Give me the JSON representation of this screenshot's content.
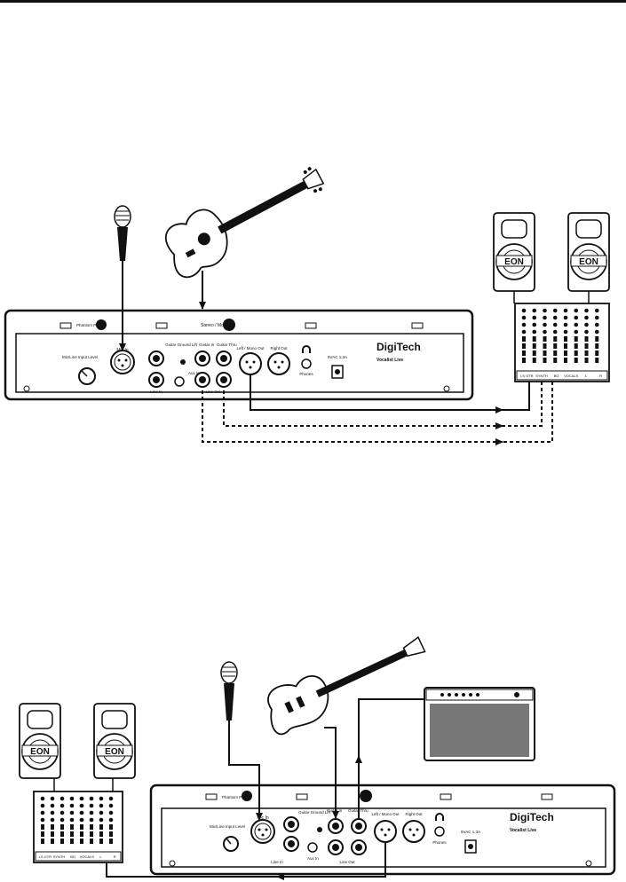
{
  "unit": {
    "phantom_power": "Phantom Power",
    "stereo_mono": "Stereo / Mono",
    "mic_line_input_level": "Mic/Line Input Level",
    "mic_in": "Mic In",
    "line_in": "Line In",
    "aux_in": "Aux In",
    "guitar_ground_lift": "Guitar Ground Lift",
    "guitar_in": "Guitar In",
    "guitar_thru": "Guitar Thru",
    "line_out": "Line Out",
    "left_mono_out": "Left / Mono Out",
    "right_out": "Right Out",
    "phones": "Phones",
    "power": "9VAC 1.3A",
    "brand": "DigiTech",
    "model": "Vocalist Live"
  },
  "speaker_logo": "EON",
  "mixer_labels": [
    "LS GTR",
    "SYNTH",
    "BG",
    "VOCALS",
    "L",
    "R"
  ],
  "colors": {
    "ink": "#111111",
    "paper": "#ffffff"
  },
  "icons": [
    "microphone-icon",
    "acoustic-guitar-icon",
    "electric-guitar-icon",
    "speaker-icon",
    "mixer-icon",
    "amplifier-icon",
    "headphones-icon"
  ]
}
